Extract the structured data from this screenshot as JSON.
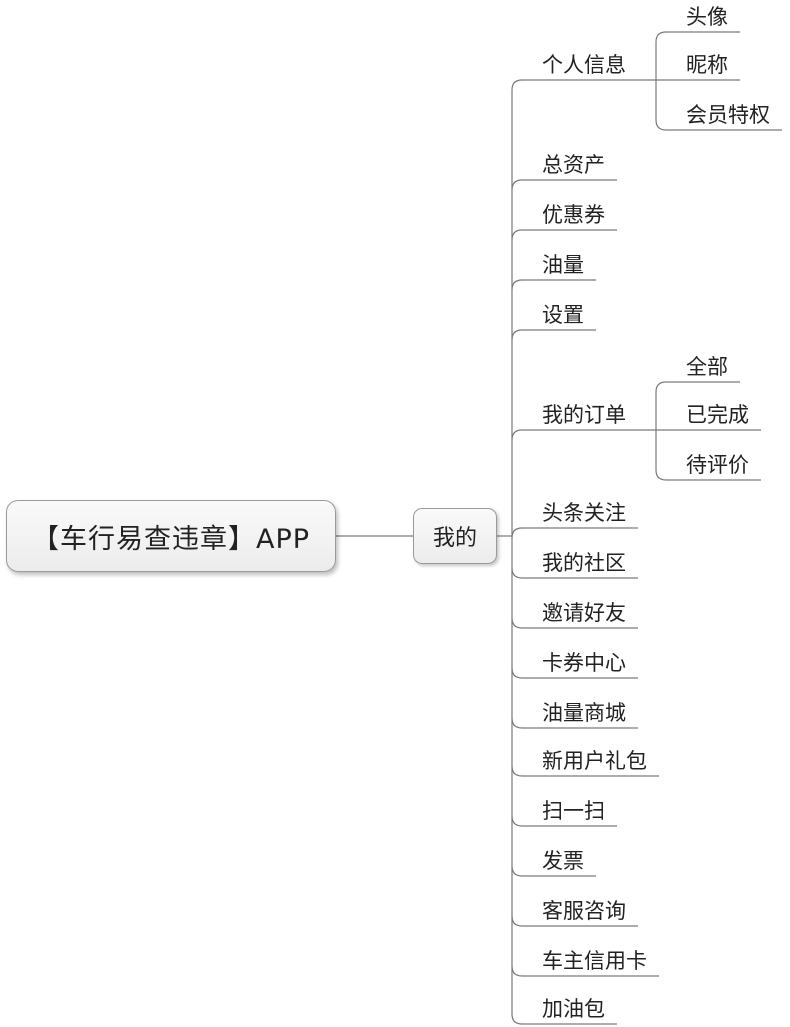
{
  "root": "【车行易查违章】APP",
  "center": "我的",
  "branches": [
    {
      "label": "个人信息",
      "children": [
        "头像",
        "昵称",
        "会员特权"
      ]
    },
    {
      "label": "总资产"
    },
    {
      "label": "优惠券"
    },
    {
      "label": "油量"
    },
    {
      "label": "设置"
    },
    {
      "label": "我的订单",
      "children": [
        "全部",
        "已完成",
        "待评价"
      ]
    },
    {
      "label": "头条关注"
    },
    {
      "label": "我的社区"
    },
    {
      "label": "邀请好友"
    },
    {
      "label": "卡券中心"
    },
    {
      "label": "油量商城"
    },
    {
      "label": "新用户礼包"
    },
    {
      "label": "扫一扫"
    },
    {
      "label": "发票"
    },
    {
      "label": "客服咨询"
    },
    {
      "label": "车主信用卡"
    },
    {
      "label": "加油包"
    }
  ]
}
